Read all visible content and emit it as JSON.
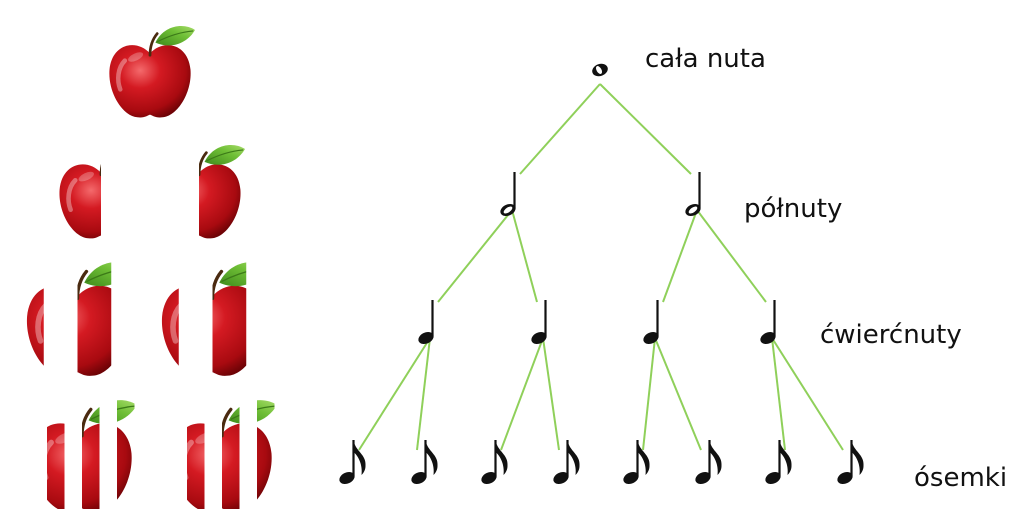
{
  "colors": {
    "apple_red": "#c8121c",
    "apple_dark": "#8a0509",
    "apple_light": "#ee4a4e",
    "leaf": "#5aa62a",
    "branch": "#8fd05a",
    "note": "#111111"
  },
  "levels": [
    {
      "label": "cała nuta",
      "note": "whole",
      "count": 1,
      "apple_pieces": 1
    },
    {
      "label": "półnuty",
      "note": "half",
      "count": 2,
      "apple_pieces": 2
    },
    {
      "label": "ćwierćnuty",
      "note": "quarter",
      "count": 4,
      "apple_pieces": 4
    },
    {
      "label": "ósemki",
      "note": "eighth",
      "count": 8,
      "apple_pieces": 8
    }
  ]
}
